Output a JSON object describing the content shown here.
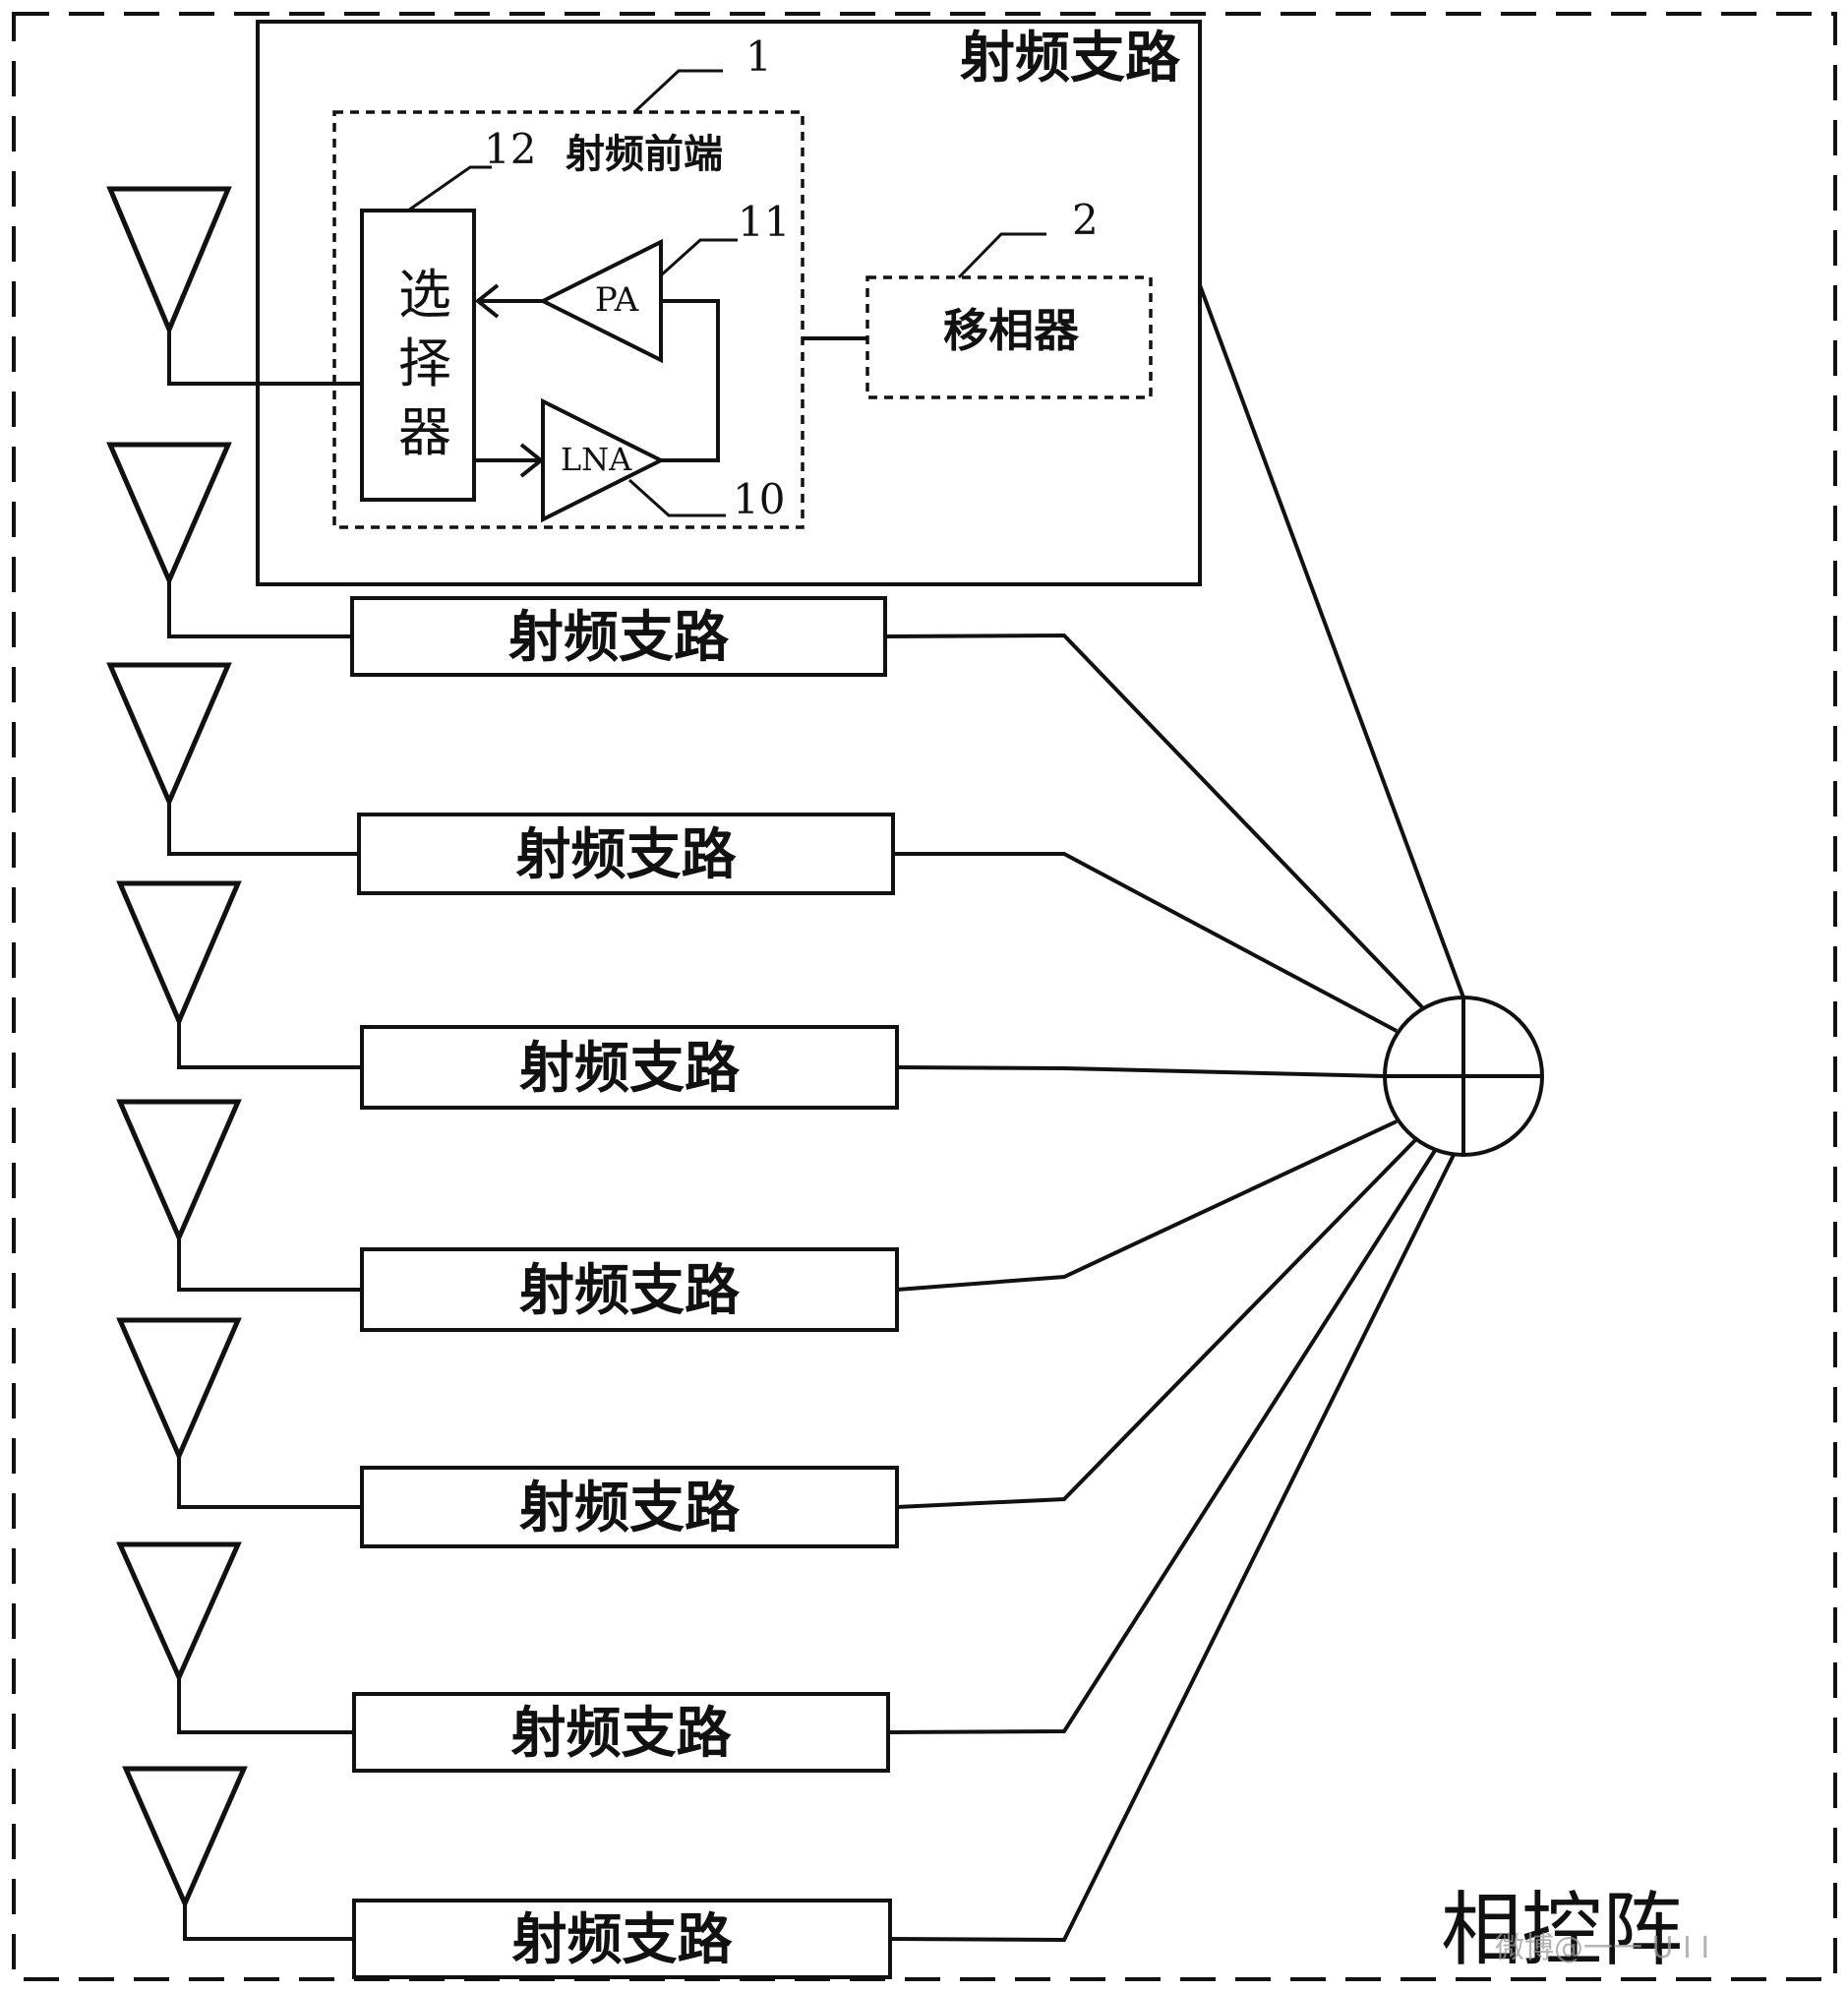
{
  "diagram": {
    "outer_label": "相控阵",
    "branch_label": "射频支路",
    "detail": {
      "title": "射频支路",
      "front_end_label": "射频前端",
      "selector_chars": [
        "选",
        "择",
        "器"
      ],
      "pa_label": "PA",
      "lna_label": "LNA",
      "phase_shifter_label": "移相器",
      "ref_1": "1",
      "ref_2": "2",
      "ref_10": "10",
      "ref_11": "11",
      "ref_12": "12"
    },
    "branch_count": 8,
    "watermark": "微博@一一 U I I"
  }
}
